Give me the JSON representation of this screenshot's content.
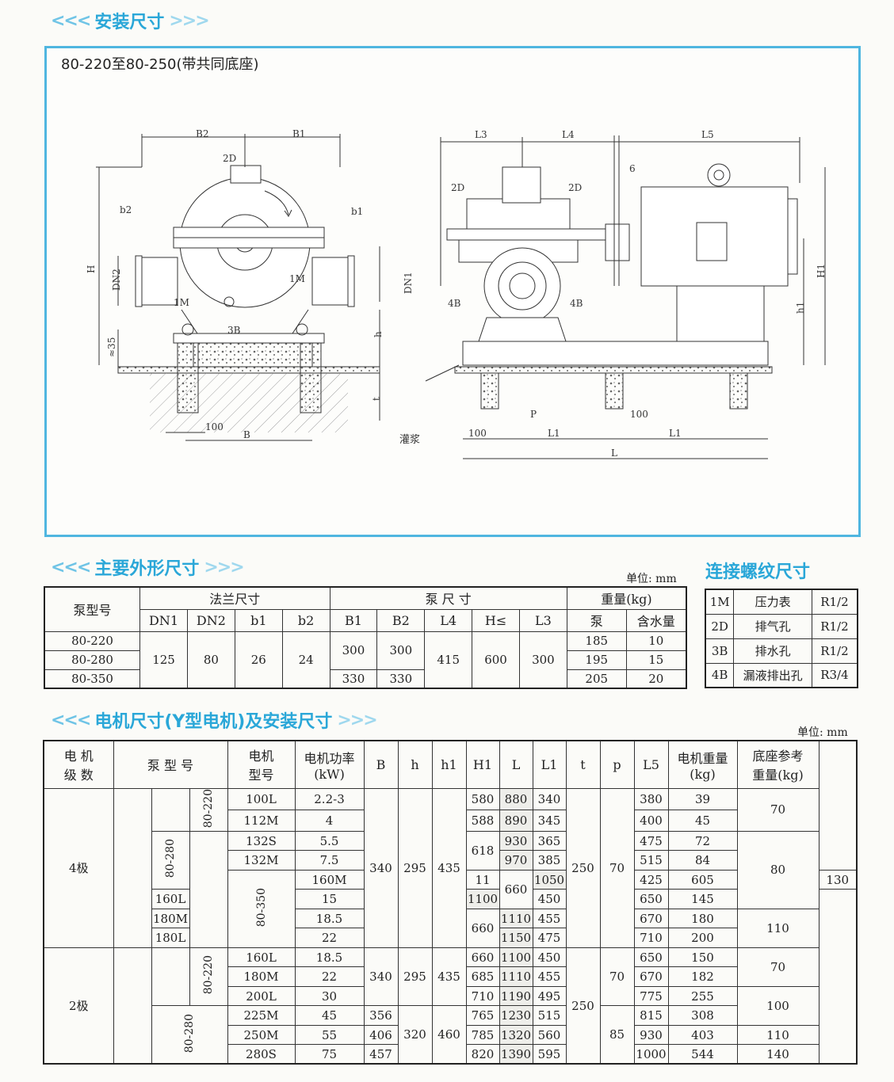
{
  "sections": {
    "install_title": "安装尺寸",
    "main_dims_title": "主要外形尺寸",
    "thread_title": "连接螺纹尺寸",
    "motor_title": "电机尺寸(Y型电机)及安装尺寸"
  },
  "drawing": {
    "subtitle": "80-220至80-250(带共同底座)",
    "labels": {
      "B2": "B2",
      "B1": "B1",
      "D2": "2D",
      "b2": "b2",
      "b1": "b1",
      "H": "H",
      "DN2": "DN2",
      "DN1": "DN1",
      "M1": "1M",
      "M1b": "1M",
      "B3": "3B",
      "h": "h",
      "approx35": "≈35",
      "t": "t",
      "hundred": "100",
      "B": "B",
      "L3": "L3",
      "L4": "L4",
      "L5": "L5",
      "six": "6",
      "D2a": "2D",
      "D2b": "2D",
      "B4a": "4B",
      "B4b": "4B",
      "H1": "H1",
      "h1": "h1",
      "P": "P",
      "hundred2": "100",
      "hundred3": "100",
      "L1a": "L1",
      "L1b": "L1",
      "L": "L",
      "grout": "灌浆"
    }
  },
  "main_dims": {
    "unit": "单位: mm",
    "headers": {
      "pump_model": "泵型号",
      "flange": "法兰尺寸",
      "pump_size": "泵      尺      寸",
      "weight": "重量(kg)",
      "DN1": "DN1",
      "DN2": "DN2",
      "b1": "b1",
      "b2": "b2",
      "B1": "B1",
      "B2": "B2",
      "L4": "L4",
      "H": "H≤",
      "L3": "L3",
      "pump": "泵",
      "water": "含水量"
    },
    "models": [
      "80-220",
      "80-280",
      "80-350"
    ],
    "DN1": "125",
    "DN2": "80",
    "b1": "26",
    "b2": "24",
    "B1_a": "300",
    "B2_a": "300",
    "B1_b": "330",
    "B2_b": "330",
    "L4": "415",
    "H": "600",
    "L3": "300",
    "pump_weight": [
      "185",
      "195",
      "205"
    ],
    "water_weight": [
      "10",
      "15",
      "20"
    ]
  },
  "threads": {
    "rows": [
      {
        "code": "1M",
        "name": "压力表",
        "size": "R1/2"
      },
      {
        "code": "2D",
        "name": "排气孔",
        "size": "R1/2"
      },
      {
        "code": "3B",
        "name": "排水孔",
        "size": "R1/2"
      },
      {
        "code": "4B",
        "name": "漏液排出孔",
        "size": "R3/4"
      }
    ]
  },
  "motor": {
    "unit": "单位: mm",
    "headers": {
      "poles": "电 机\n级 数",
      "pump_model": "泵 型 号",
      "motor_model": "电机\n型号",
      "power": "电机功率\n(kW)",
      "B": "B",
      "h": "h",
      "h1": "h1",
      "H1": "H1",
      "L": "L",
      "L1": "L1",
      "t": "t",
      "p": "p",
      "L5": "L5",
      "motor_weight": "电机重量\n(kg)",
      "base_weight": "底座参考\n重量(kg)"
    },
    "pole4": "4极",
    "pole2": "2极",
    "model_labels": {
      "m220": "80-220",
      "m280": "80-280",
      "m350": "80-350"
    },
    "rows4": [
      {
        "model": "100L",
        "power": "2.2-3",
        "H1": "580",
        "L": "880",
        "L1": "340",
        "L5": "380",
        "mw": "39"
      },
      {
        "model": "112M",
        "power": "4",
        "H1": "588",
        "L": "890",
        "L1": "345",
        "L5": "400",
        "mw": "45"
      },
      {
        "model": "132S",
        "power": "5.5",
        "L": "930",
        "L1": "365",
        "L5": "475",
        "mw": "72"
      },
      {
        "model": "132M",
        "power": "7.5",
        "L": "970",
        "L1": "385",
        "L5": "515",
        "mw": "84"
      },
      {
        "model": "160M",
        "power": "11",
        "L": "1050",
        "L1": "425",
        "L5": "605",
        "mw": "130"
      },
      {
        "model": "160L",
        "power": "15",
        "L": "1100",
        "L1": "450",
        "L5": "650",
        "mw": "145"
      },
      {
        "model": "180M",
        "power": "18.5",
        "L": "1110",
        "L1": "455",
        "L5": "670",
        "mw": "180"
      },
      {
        "model": "180L",
        "power": "22",
        "L": "1150",
        "L1": "475",
        "L5": "710",
        "mw": "200"
      }
    ],
    "g4": {
      "B": "340",
      "h": "295",
      "h1": "435",
      "H1_618": "618",
      "H1_660a": "660",
      "H1_660b": "660",
      "t": "250",
      "p": "70",
      "bw70": "70",
      "bw80": "80",
      "bw110": "110"
    },
    "rows2": [
      {
        "model": "160L",
        "power": "18.5",
        "H1": "660",
        "L": "1100",
        "L1": "450",
        "L5": "650",
        "mw": "150"
      },
      {
        "model": "180M",
        "power": "22",
        "H1": "685",
        "L": "1110",
        "L1": "455",
        "L5": "670",
        "mw": "182"
      },
      {
        "model": "200L",
        "power": "30",
        "H1": "710",
        "L": "1190",
        "L1": "495",
        "L5": "775",
        "mw": "255"
      },
      {
        "model": "225M",
        "power": "45",
        "B": "356",
        "H1": "765",
        "L": "1230",
        "L1": "515",
        "L5": "815",
        "mw": "308"
      },
      {
        "model": "250M",
        "power": "55",
        "B": "406",
        "H1": "785",
        "L": "1320",
        "L1": "560",
        "L5": "930",
        "mw": "403"
      },
      {
        "model": "280S",
        "power": "75",
        "B": "457",
        "H1": "820",
        "L": "1390",
        "L1": "595",
        "L5": "1000",
        "mw": "544"
      }
    ],
    "g2": {
      "B": "340",
      "h_a": "295",
      "h1_a": "435",
      "h_b": "320",
      "h1_b": "460",
      "t": "250",
      "p_a": "70",
      "p_b": "85",
      "bw70": "70",
      "bw100": "100",
      "bw110": "110",
      "bw140": "140"
    }
  }
}
